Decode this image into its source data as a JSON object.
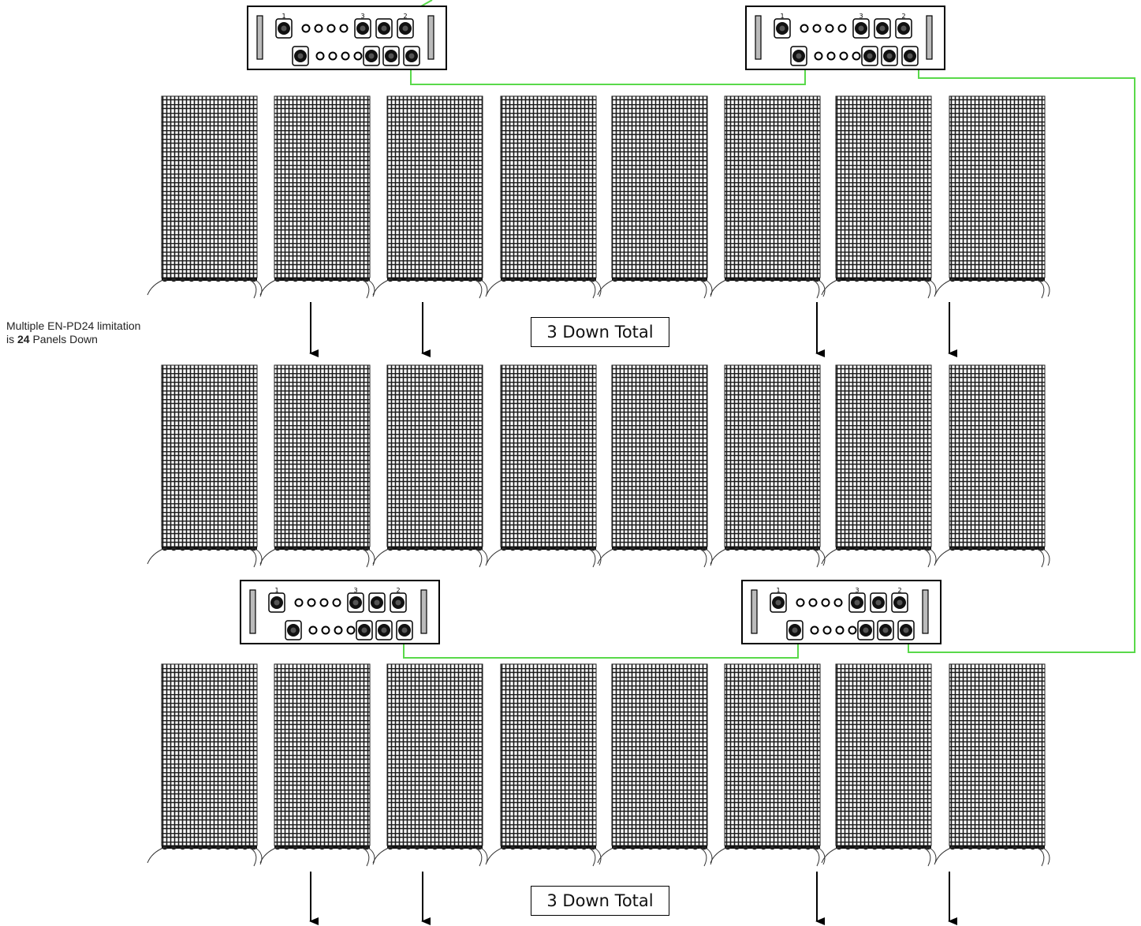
{
  "note": {
    "line1": "Multiple  EN-PD24 limitation",
    "line2_prefix": "is ",
    "line2_bold": "24",
    "line2_suffix": " Panels Down"
  },
  "totals": [
    {
      "label": "3 Down Total"
    },
    {
      "label": "3 Down Total"
    }
  ],
  "colors": {
    "cable": "#59d94a",
    "mesh": "#1a1a1a",
    "outline": "#000000"
  },
  "power_distributors": [
    {
      "jack_labels_top": [
        "1",
        "",
        "",
        "",
        "",
        "3",
        "",
        "2"
      ]
    },
    {
      "jack_labels_top": [
        "1",
        "",
        "",
        "",
        "",
        "3",
        "",
        "2"
      ]
    },
    {
      "jack_labels_top": [
        "1",
        "",
        "",
        "",
        "",
        "3",
        "",
        "2"
      ]
    },
    {
      "jack_labels_top": [
        "1",
        "",
        "",
        "",
        "",
        "3",
        "",
        "2"
      ]
    }
  ],
  "panel_rows": 3,
  "panels_per_row": 8
}
